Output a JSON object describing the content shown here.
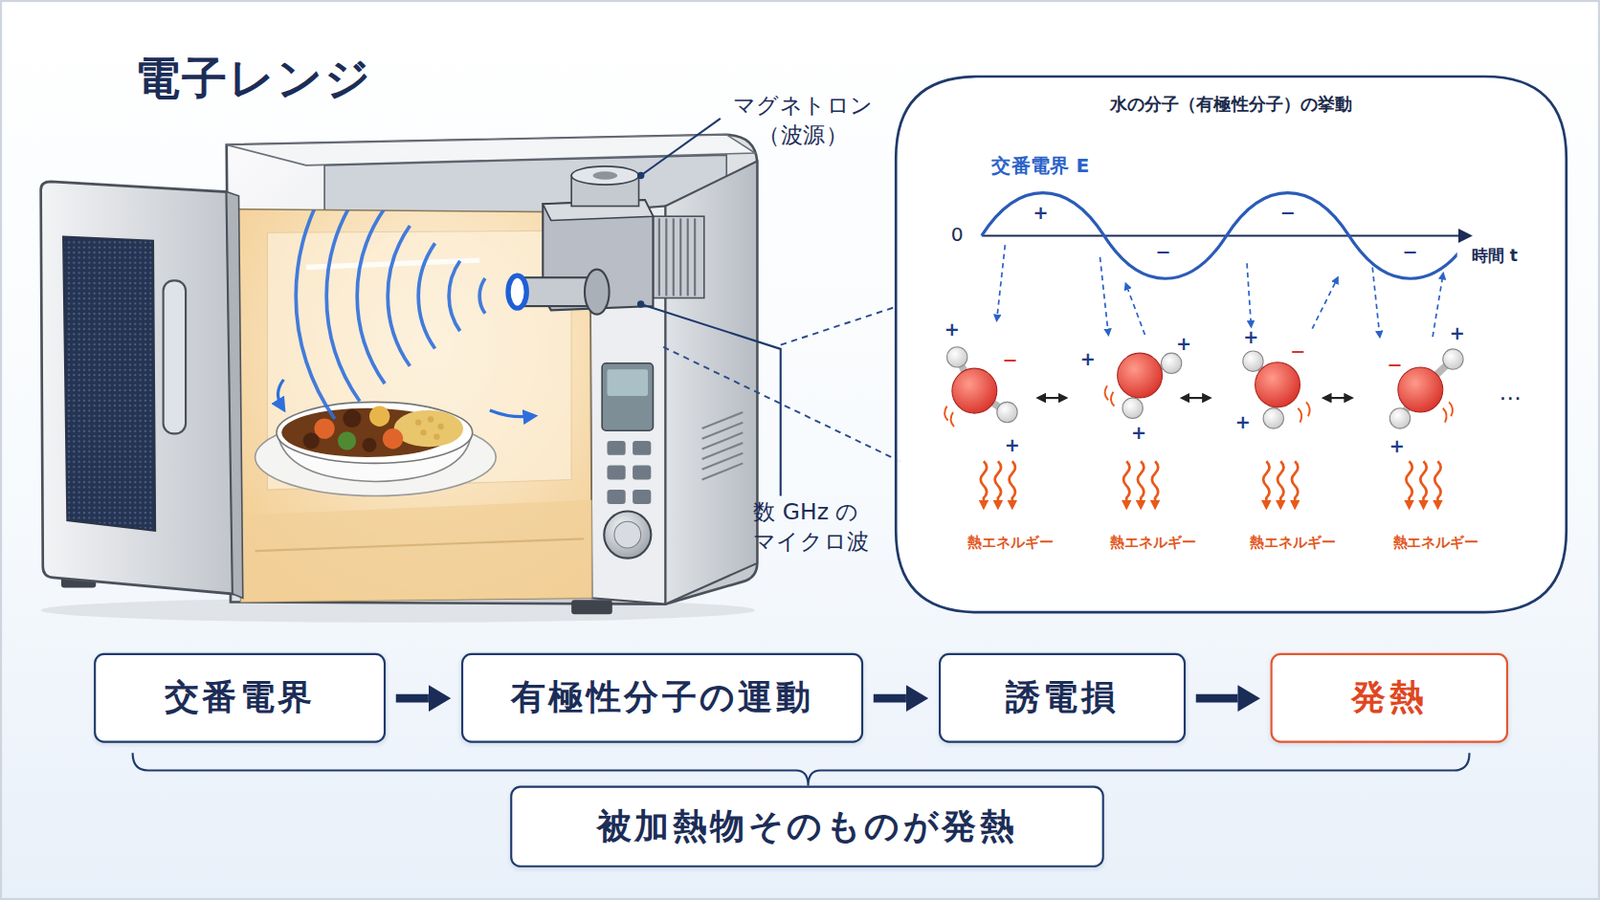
{
  "diagram": {
    "title": "電子レンジ",
    "nodes": [
      {
        "text": [
          "水の分子（有極性分子）の挙動"
        ]
      },
      {
        "text": [
          "交番電界"
        ]
      },
      {
        "text": [
          "有極性分子の運動"
        ]
      },
      {
        "text": [
          "誘電損"
        ]
      },
      {
        "text": [
          "発熱"
        ]
      },
      {
        "text": [
          "被加熱物そのものが発熱"
        ]
      }
    ],
    "edges": [
      {
        "from": 1,
        "to": 2,
        "arrow": "to"
      },
      {
        "from": 2,
        "to": 3,
        "arrow": "to"
      },
      {
        "from": 3,
        "to": 4,
        "arrow": "to"
      }
    ],
    "labels": [
      "マグネトロン （波源）",
      "数 GHz の マイクロ波",
      "交番電界 E",
      "0",
      "時間 t",
      "+",
      "−",
      "−",
      "−",
      "+",
      "−",
      "+",
      "+",
      "+",
      "+",
      "+",
      "−",
      "+",
      "−",
      "+",
      "+",
      "熱エネルギー",
      "熱エネルギー",
      "熱エネルギー",
      "熱エネルギー",
      "…"
    ]
  }
}
